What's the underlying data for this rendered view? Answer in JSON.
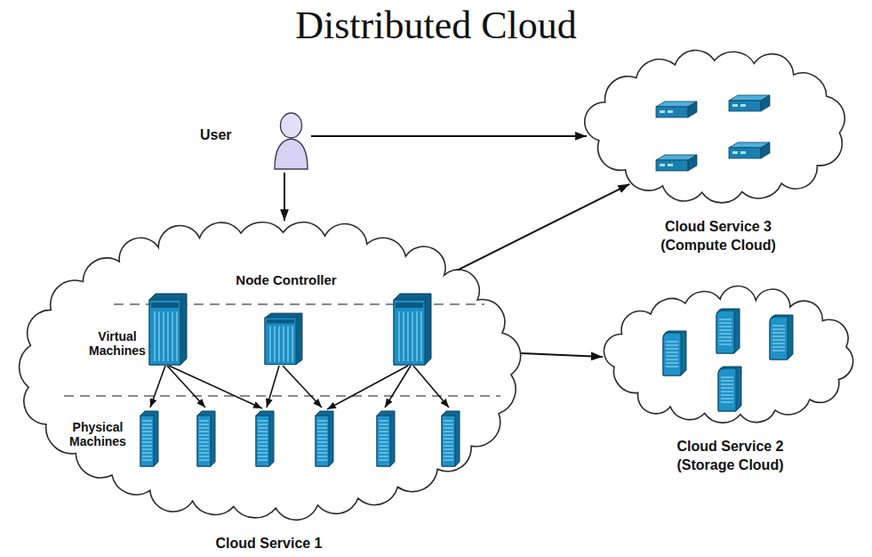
{
  "diagram": {
    "title": "Distributed Cloud",
    "nodes": [
      {
        "text": [
          "User"
        ]
      },
      {
        "text": [
          "Cloud Service 3 (Compute Cloud)"
        ]
      },
      {
        "text": [
          "Cloud Service 1"
        ]
      },
      {
        "text": [
          "Cloud Service 2 (Storage Cloud)"
        ]
      }
    ],
    "edges": [
      {
        "from": 0,
        "to": 1,
        "arrow": "to"
      },
      {
        "from": 0,
        "to": 2,
        "arrow": "to"
      },
      {
        "from": 2,
        "to": 1,
        "arrow": "to"
      },
      {
        "from": 2,
        "to": 3,
        "arrow": "to"
      }
    ],
    "labels": [
      "Node Controller",
      "Virtual Machines",
      "Physical Machines"
    ]
  }
}
